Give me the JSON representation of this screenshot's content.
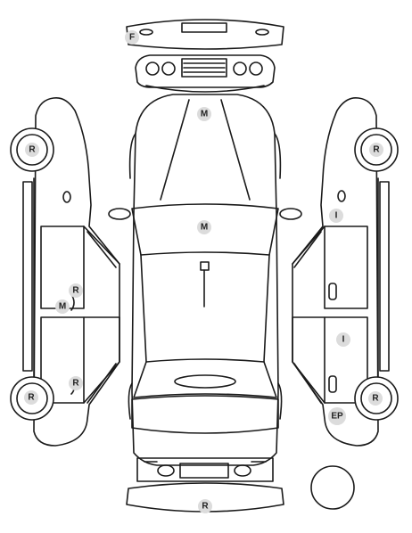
{
  "diagram": {
    "title": "",
    "marks": {
      "front_bumper": "F",
      "hood": "M",
      "roof": "M",
      "left_rear_door": "R",
      "left_rocker": "M",
      "left_rear_quarter": "R",
      "left_front_wheel": "R",
      "left_rear_wheel": "R",
      "right_front_wheel": "R",
      "right_rear_wheel": "R",
      "right_front_door": "I",
      "right_rear_door": "I",
      "right_rear_lower": "EP",
      "rear_bumper": "R"
    },
    "colors": {
      "line": "#1a1a1a",
      "mark_fill": "#dcdcdc"
    }
  }
}
